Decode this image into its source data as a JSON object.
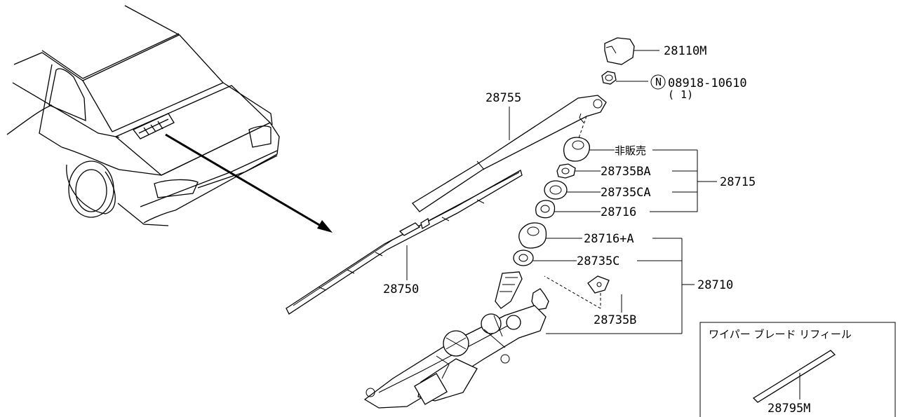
{
  "labels": {
    "cap": "28110M",
    "nut": "08918-10610",
    "nut_qty": "( 1)",
    "nut_symbol": "N",
    "arm": "28755",
    "not_for_sale": "非販売",
    "part_28735BA": "28735BA",
    "part_28735CA": "28735CA",
    "part_28716": "28716",
    "group_28715": "28715",
    "part_28716A": "28716+A",
    "part_28735C": "28735C",
    "group_28710": "28710",
    "blade": "28750",
    "part_28735B": "28735B",
    "refill_title": "ワイパー ブレード リフィール",
    "refill": "28795M"
  }
}
